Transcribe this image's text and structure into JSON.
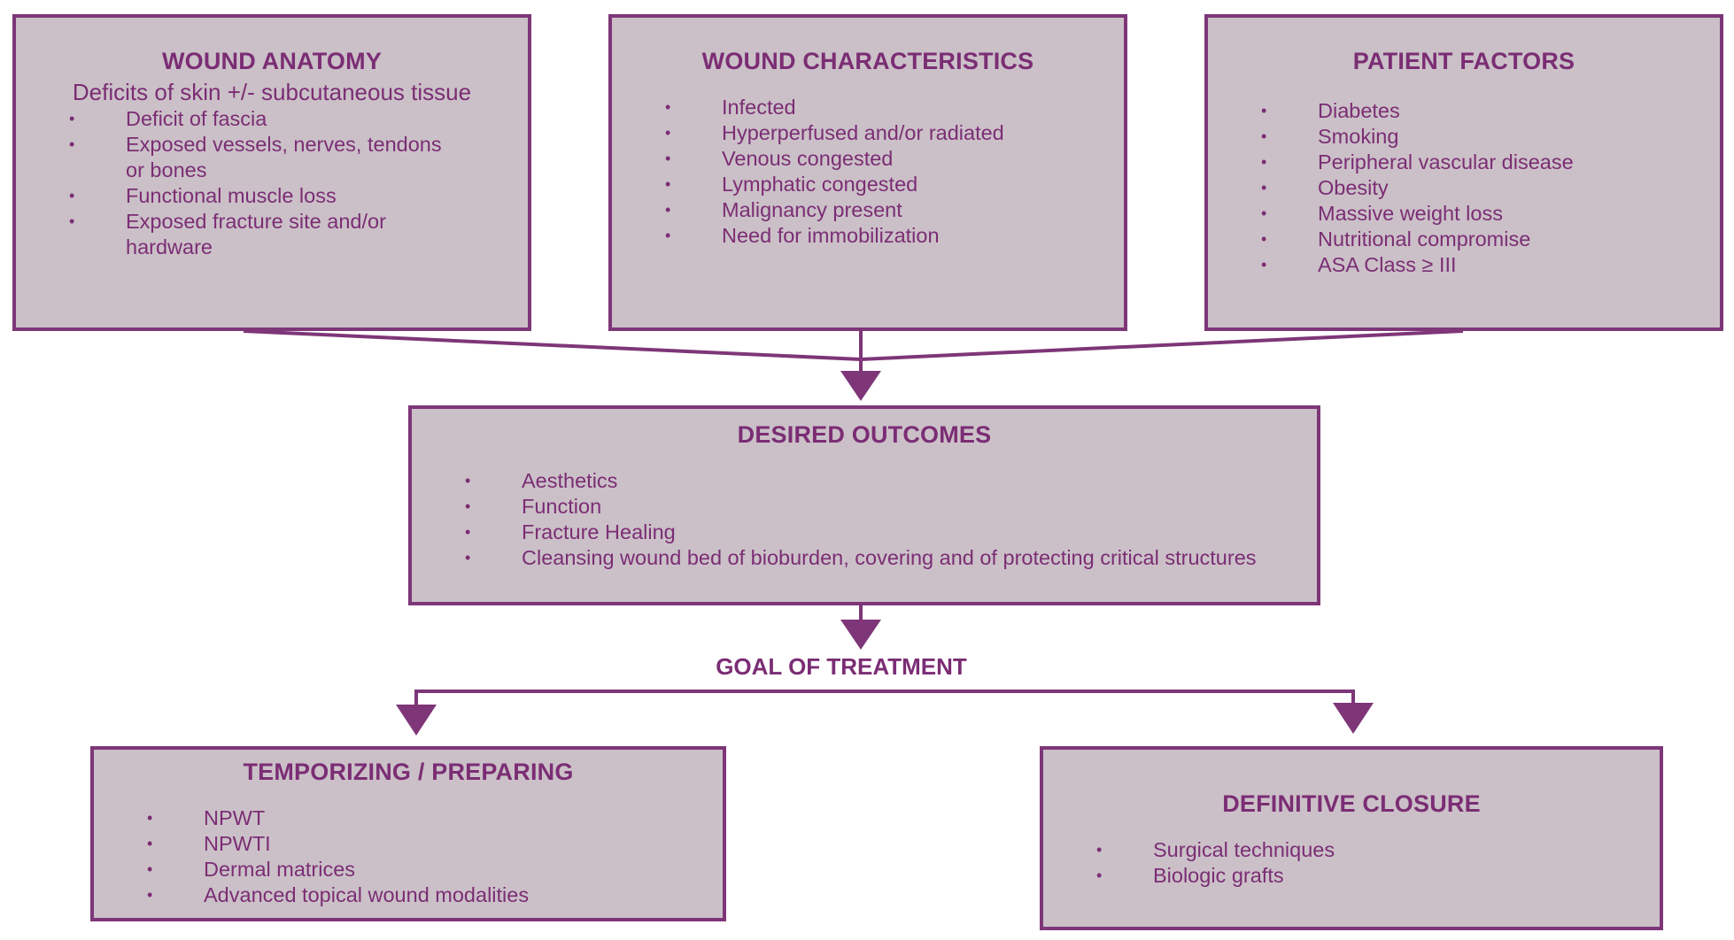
{
  "colors": {
    "accent": "#7e3678",
    "box_fill": "#cbc0c8"
  },
  "wound_anatomy": {
    "title": "WOUND ANATOMY",
    "subtitle": "Deficits of skin +/- subcutaneous tissue",
    "items": [
      "Deficit of fascia",
      "Exposed vessels, nerves, tendons or bones",
      "Functional muscle loss",
      "Exposed fracture site and/or hardware"
    ]
  },
  "wound_characteristics": {
    "title": "WOUND CHARACTERISTICS",
    "items": [
      "Infected",
      "Hyperperfused and/or radiated",
      "Venous congested",
      "Lymphatic congested",
      "Malignancy present",
      "Need for immobilization"
    ]
  },
  "patient_factors": {
    "title": "PATIENT FACTORS",
    "items": [
      "Diabetes",
      "Smoking",
      "Peripheral vascular disease",
      "Obesity",
      "Massive weight loss",
      "Nutritional compromise",
      "ASA Class ≥ III"
    ]
  },
  "desired_outcomes": {
    "title": "DESIRED OUTCOMES",
    "items": [
      "Aesthetics",
      "Function",
      "Fracture Healing",
      "Cleansing wound bed of bioburden, covering and of protecting critical structures"
    ]
  },
  "goal_label": "GOAL OF TREATMENT",
  "temporizing": {
    "title": "TEMPORIZING / PREPARING",
    "items": [
      "NPWT",
      "NPWTI",
      "Dermal matrices",
      "Advanced topical wound modalities"
    ]
  },
  "definitive": {
    "title": "DEFINITIVE CLOSURE",
    "items": [
      "Surgical techniques",
      "Biologic grafts"
    ]
  }
}
